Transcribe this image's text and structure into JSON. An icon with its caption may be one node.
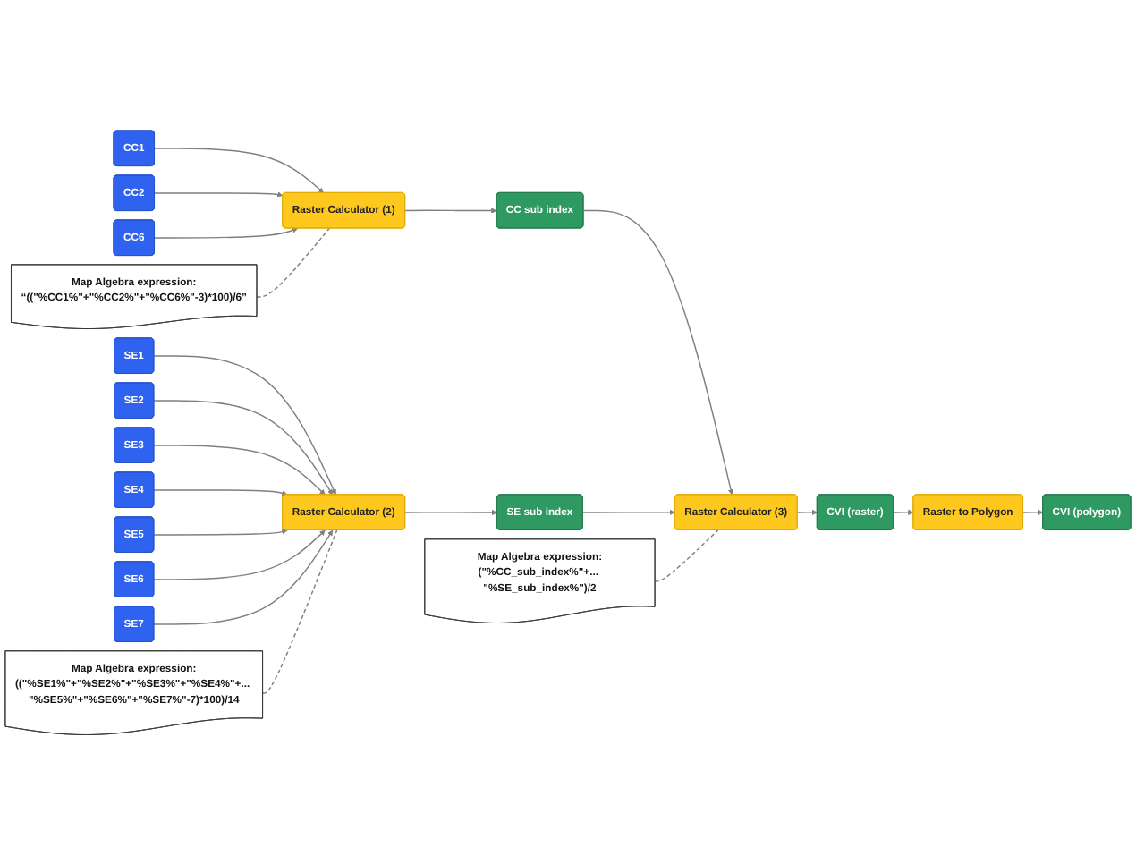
{
  "diagram": {
    "nodes": [
      {
        "text": [
          "Map Algebra expression:",
          "“((\"%CC1%\"+\"%CC2%\"+\"%CC6%\"-3)*100)/6”"
        ]
      },
      {
        "text": [
          "CC1"
        ]
      },
      {
        "text": [
          "CC2"
        ]
      },
      {
        "text": [
          "CC6"
        ]
      },
      {
        "text": [
          "Raster Calculator (1)"
        ]
      },
      {
        "text": [
          "CC sub index"
        ]
      },
      {
        "text": [
          "SE1"
        ]
      },
      {
        "text": [
          "SE2"
        ]
      },
      {
        "text": [
          "SE3"
        ]
      },
      {
        "text": [
          "SE4"
        ]
      },
      {
        "text": [
          "SE5"
        ]
      },
      {
        "text": [
          "SE6"
        ]
      },
      {
        "text": [
          "SE7"
        ]
      },
      {
        "text": [
          "Raster Calculator (2)"
        ]
      },
      {
        "text": [
          "SE sub index"
        ]
      },
      {
        "text": [
          "Raster Calculator (3)"
        ]
      },
      {
        "text": [
          "CVI (raster)"
        ]
      },
      {
        "text": [
          "Raster to Polygon"
        ]
      },
      {
        "text": [
          "CVI (polygon)"
        ]
      },
      {
        "text": [
          "Map Algebra expression:",
          "(\"%CC_sub_index%\"+... \"%SE_sub_index%\")/2"
        ]
      },
      {
        "text": [
          "Map Algebra expression:",
          "((\"%SE1%\"+\"%SE2%\"+\"%SE3%\"+\"%SE4%\"+... \"%SE5%\"+\"%SE6%\"+\"%SE7%\"-7)*100)/14"
        ]
      }
    ],
    "edges": [
      {
        "from": 1,
        "to": 4,
        "arrow": "to"
      },
      {
        "from": 2,
        "to": 4,
        "arrow": "to"
      },
      {
        "from": 3,
        "to": 4,
        "arrow": "to"
      },
      {
        "from": 0,
        "to": 4,
        "arrow": "none",
        "style": "dashed"
      },
      {
        "from": 4,
        "to": 5,
        "arrow": "to"
      },
      {
        "from": 6,
        "to": 13,
        "arrow": "to"
      },
      {
        "from": 7,
        "to": 13,
        "arrow": "to"
      },
      {
        "from": 8,
        "to": 13,
        "arrow": "to"
      },
      {
        "from": 9,
        "to": 13,
        "arrow": "to"
      },
      {
        "from": 10,
        "to": 13,
        "arrow": "to"
      },
      {
        "from": 11,
        "to": 13,
        "arrow": "to"
      },
      {
        "from": 12,
        "to": 13,
        "arrow": "to"
      },
      {
        "from": 13,
        "to": 14,
        "arrow": "to"
      },
      {
        "from": 20,
        "to": 13,
        "arrow": "none",
        "style": "dashed"
      },
      {
        "from": 5,
        "to": 15,
        "arrow": "to"
      },
      {
        "from": 14,
        "to": 15,
        "arrow": "to"
      },
      {
        "from": 15,
        "to": 16,
        "arrow": "to"
      },
      {
        "from": 16,
        "to": 17,
        "arrow": "to"
      },
      {
        "from": 17,
        "to": 18,
        "arrow": "to"
      },
      {
        "from": 19,
        "to": 15,
        "arrow": "none",
        "style": "dashed"
      }
    ]
  }
}
